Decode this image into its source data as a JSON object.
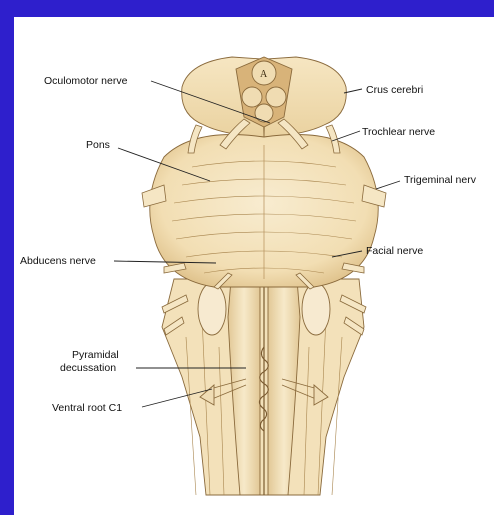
{
  "colors": {
    "slide_background": "#2e1fcc",
    "panel": "#ffffff",
    "tissue": "#f5e6c4",
    "tissue_shadow": "#e0c38d",
    "tissue_dark": "#c89f60",
    "outline": "#8a6a3c"
  },
  "labels": {
    "oculomotor": "Oculomotor nerve",
    "crus": "Crus cerebri",
    "trochlear": "Trochlear nerve",
    "pons": "Pons",
    "trigeminal": "Trigeminal nerv",
    "abducens": "Abducens nerve",
    "facial": "Facial nerve",
    "pyramidal_line1": "Pyramidal",
    "pyramidal_line2": "decussation",
    "ventral_root": "Ventral root C1"
  },
  "icons": {
    "structure_mark": "A"
  }
}
